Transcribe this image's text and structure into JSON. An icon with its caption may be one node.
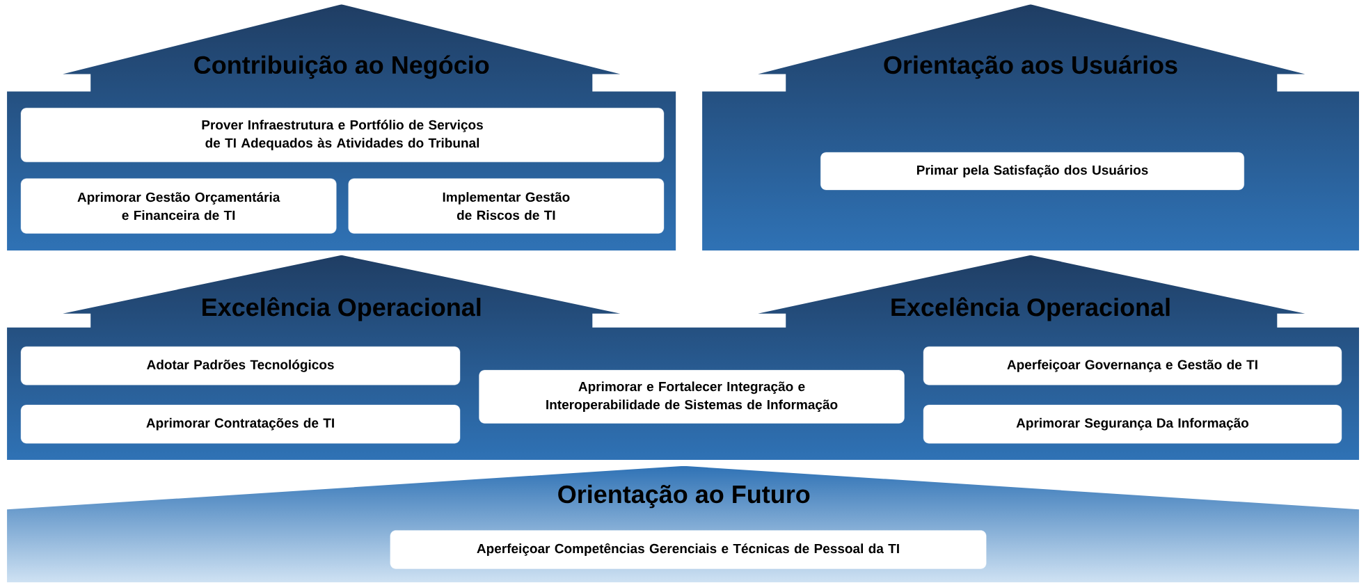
{
  "diagram": {
    "nodes": [
      {
        "text": [
          "Contribuição ao Negócio"
        ]
      },
      {
        "text": [
          "Prover Infraestrutura e Portfólio de Serviços de TI Adequados às Atividades do Tribunal"
        ],
        "in": 0
      },
      {
        "text": [
          "Aprimorar Gestão Orçamentária e Financeira de TI"
        ],
        "in": 0
      },
      {
        "text": [
          "Implementar Gestão de Riscos de TI"
        ],
        "in": 0
      },
      {
        "text": [
          "Orientação aos Usuários"
        ]
      },
      {
        "text": [
          "Primar pela Satisfação dos Usuários"
        ],
        "in": 4
      },
      {
        "text": [
          "Excelência Operacional",
          "Excelência Operacional"
        ]
      },
      {
        "text": [
          "Adotar Padrões Tecnológicos"
        ],
        "in": 6
      },
      {
        "text": [
          "Aprimorar Contratações de TI"
        ],
        "in": 6
      },
      {
        "text": [
          "Aprimorar e Fortalecer Integração e Interoperabilidade de Sistemas de Informação"
        ],
        "in": 6
      },
      {
        "text": [
          "Aperfeiçoar Governança e Gestão de TI"
        ],
        "in": 6
      },
      {
        "text": [
          "Aprimorar Segurança Da Informação"
        ],
        "in": 6
      },
      {
        "text": [
          "Orientação ao Futuro"
        ]
      },
      {
        "text": [
          "Aperfeiçoar Competências Gerenciais e Técnicas de Pessoal da TI"
        ],
        "in": 12
      }
    ]
  }
}
